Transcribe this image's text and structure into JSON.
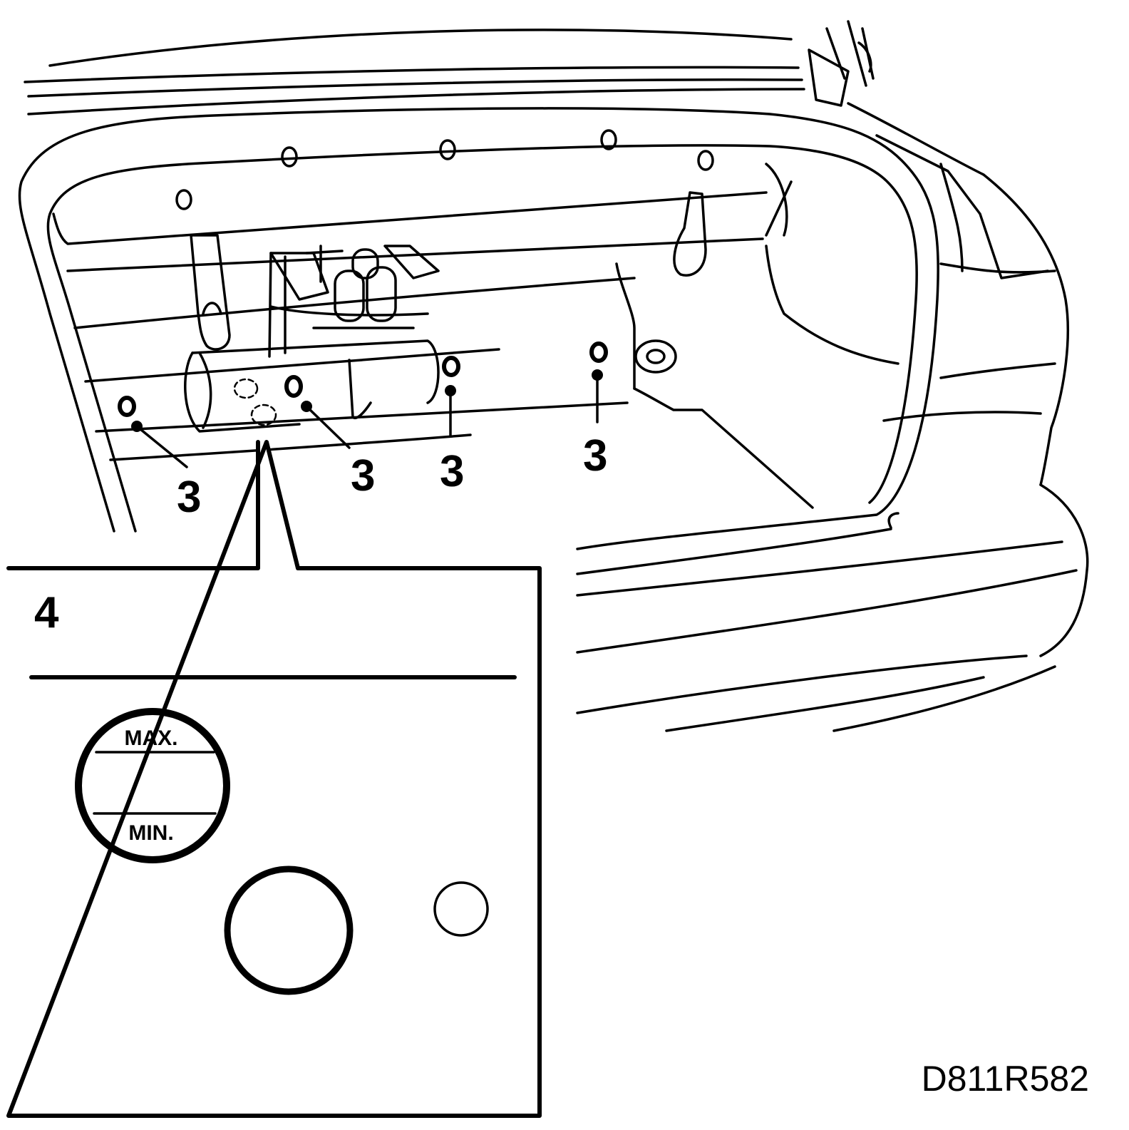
{
  "callouts": {
    "part_3": "3",
    "part_4": "4"
  },
  "gauge": {
    "max_label": "MAX.",
    "min_label": "MIN."
  },
  "figure_code": "D811R582"
}
